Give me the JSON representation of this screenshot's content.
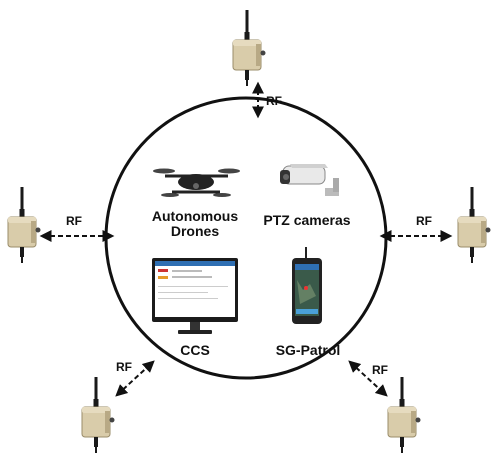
{
  "center": {
    "items": [
      {
        "label_line1": "Autonomous",
        "label_line2": "Drones",
        "icon": "drone-icon"
      },
      {
        "label": "PTZ cameras",
        "icon": "ptz-camera-icon"
      },
      {
        "label": "CCS",
        "icon": "monitor-icon"
      },
      {
        "label": "SG-Patrol",
        "icon": "smartphone-icon"
      }
    ]
  },
  "links": {
    "top": "RF",
    "left": "RF",
    "right": "RF",
    "bottom_left": "RF",
    "bottom_right": "RF"
  },
  "colors": {
    "circle_stroke": "#111111",
    "device_body": "#d9ccaa",
    "device_shade": "#b8a985",
    "antenna": "#1a1a1a",
    "screen_blue": "#2f6fb3"
  }
}
